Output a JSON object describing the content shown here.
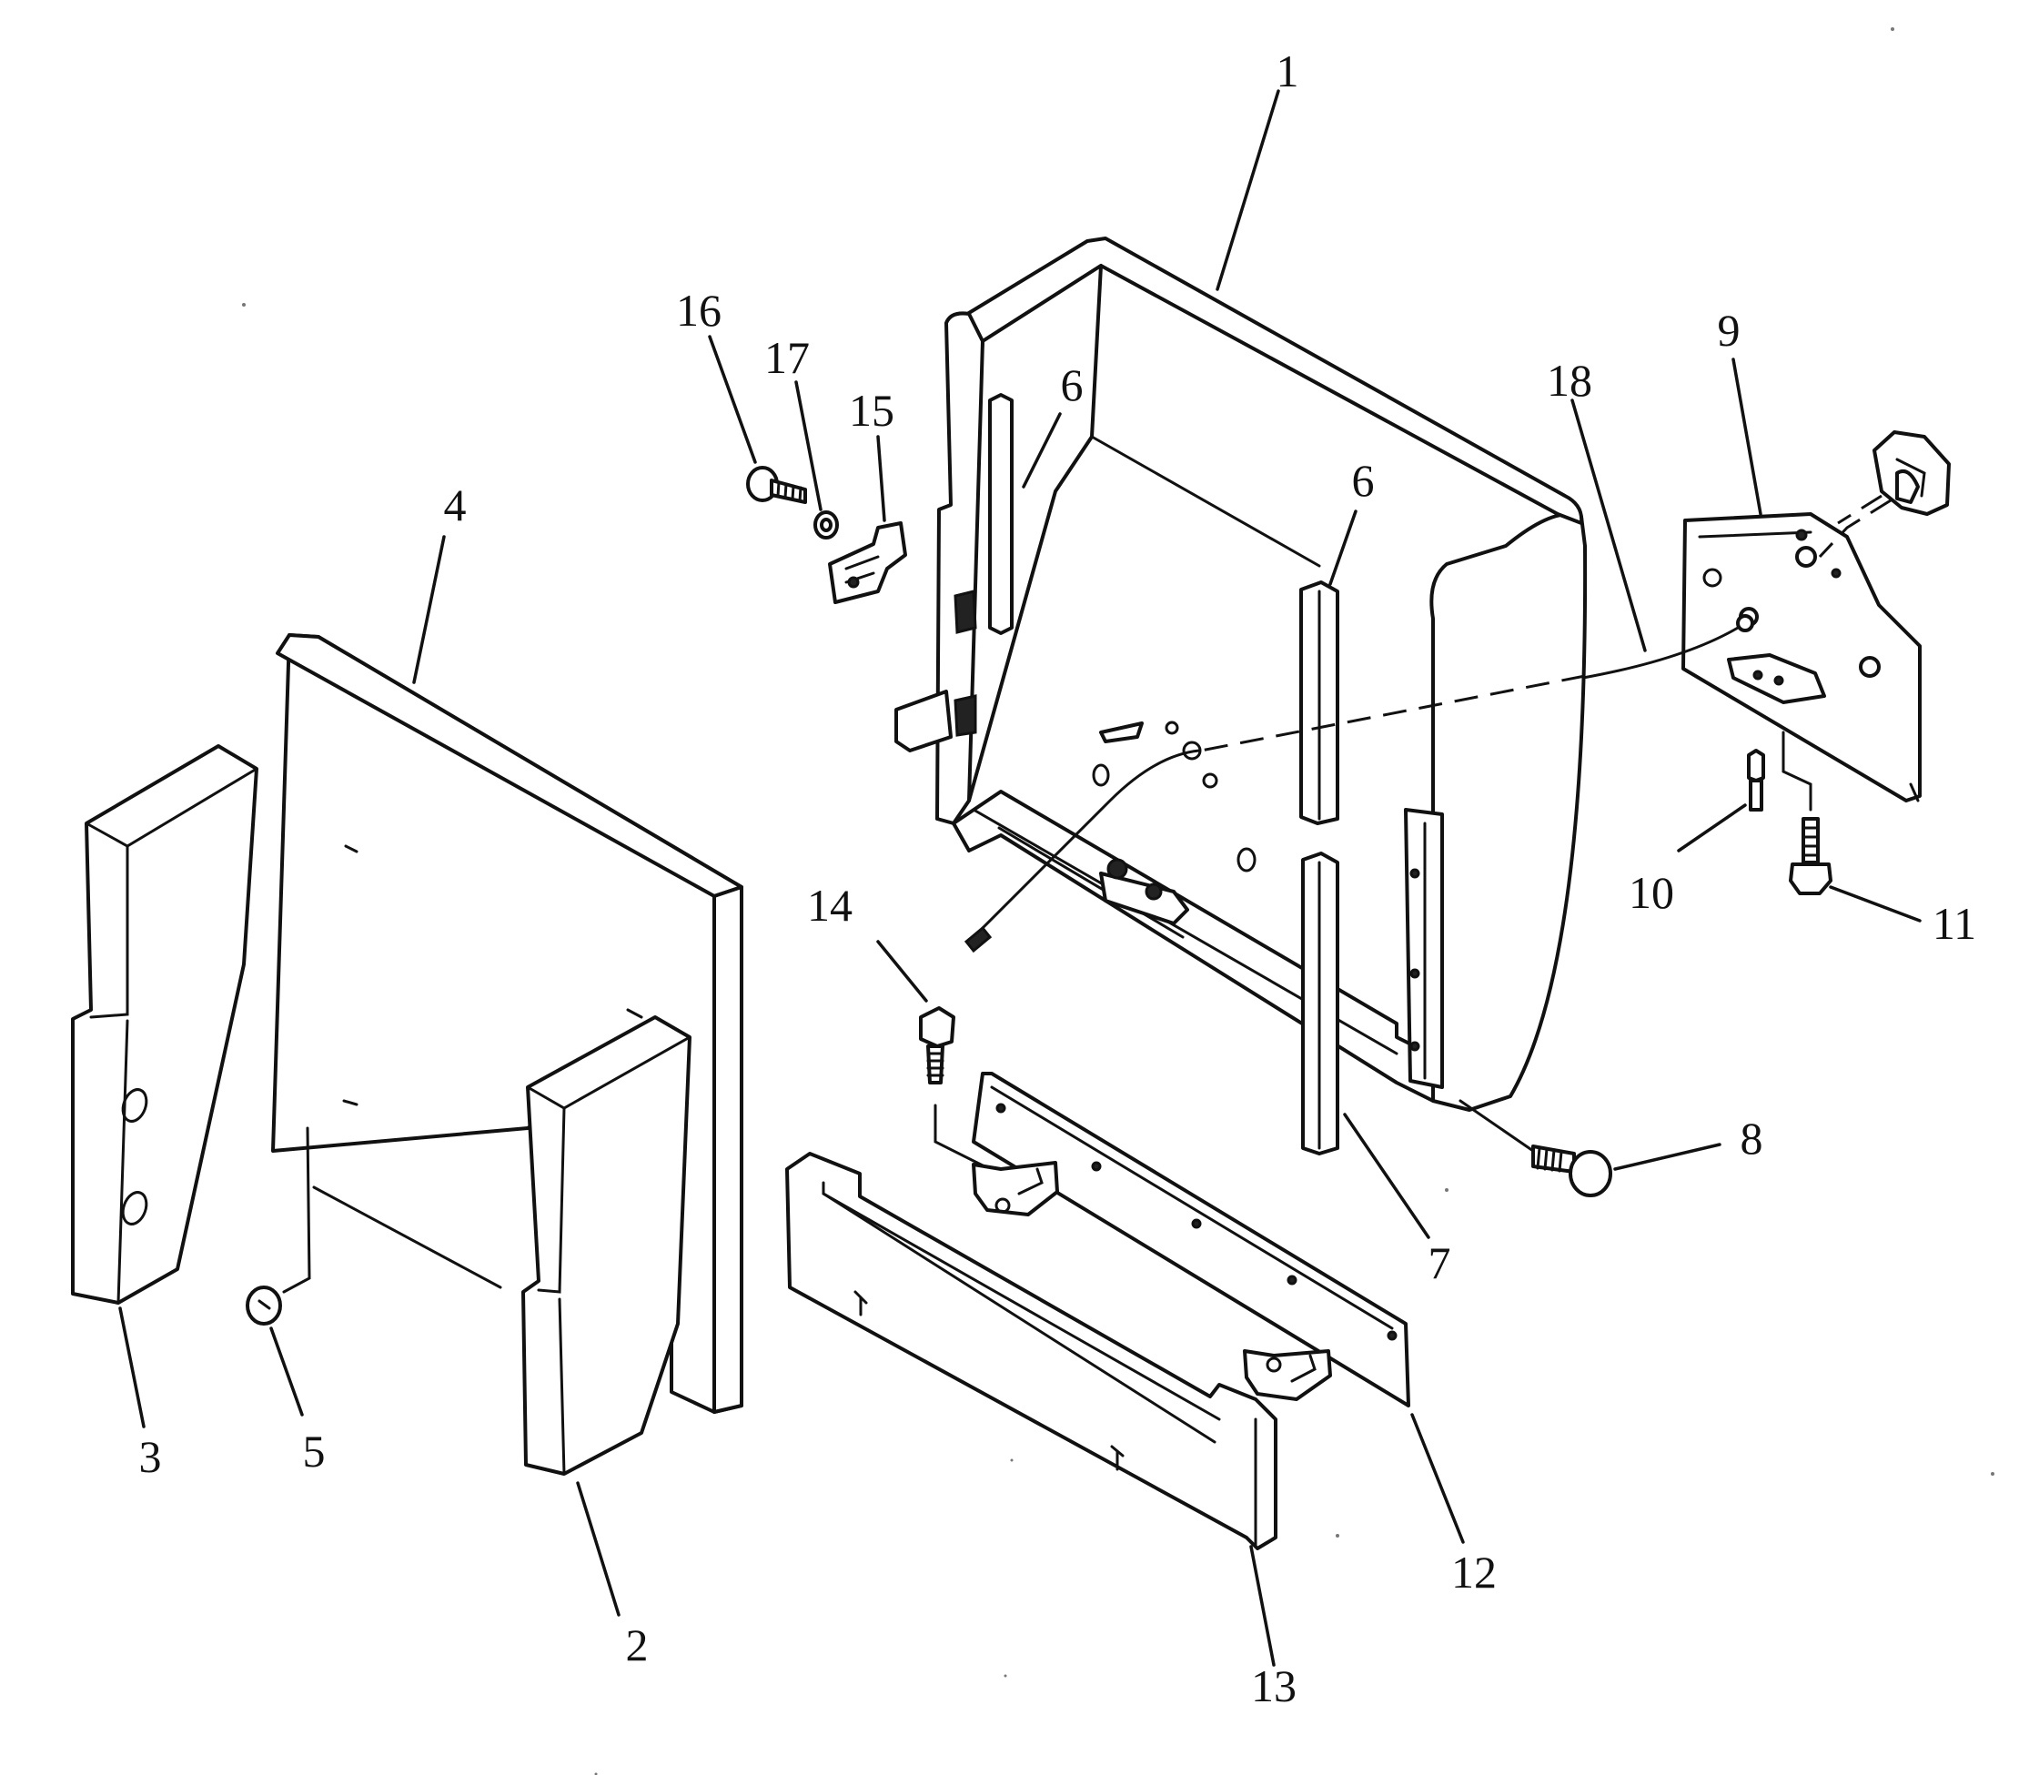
{
  "callouts": [
    {
      "id": "c1",
      "text": "1"
    },
    {
      "id": "c2",
      "text": "2"
    },
    {
      "id": "c3",
      "text": "3"
    },
    {
      "id": "c4",
      "text": "4"
    },
    {
      "id": "c5",
      "text": "5"
    },
    {
      "id": "c6a",
      "text": "6"
    },
    {
      "id": "c6b",
      "text": "6"
    },
    {
      "id": "c7",
      "text": "7"
    },
    {
      "id": "c8",
      "text": "8"
    },
    {
      "id": "c9",
      "text": "9"
    },
    {
      "id": "c10",
      "text": "10"
    },
    {
      "id": "c11",
      "text": "11"
    },
    {
      "id": "c12",
      "text": "12"
    },
    {
      "id": "c13",
      "text": "13"
    },
    {
      "id": "c14",
      "text": "14"
    },
    {
      "id": "c15",
      "text": "15"
    },
    {
      "id": "c16",
      "text": "16"
    },
    {
      "id": "c17",
      "text": "17"
    },
    {
      "id": "c18",
      "text": "18"
    }
  ]
}
